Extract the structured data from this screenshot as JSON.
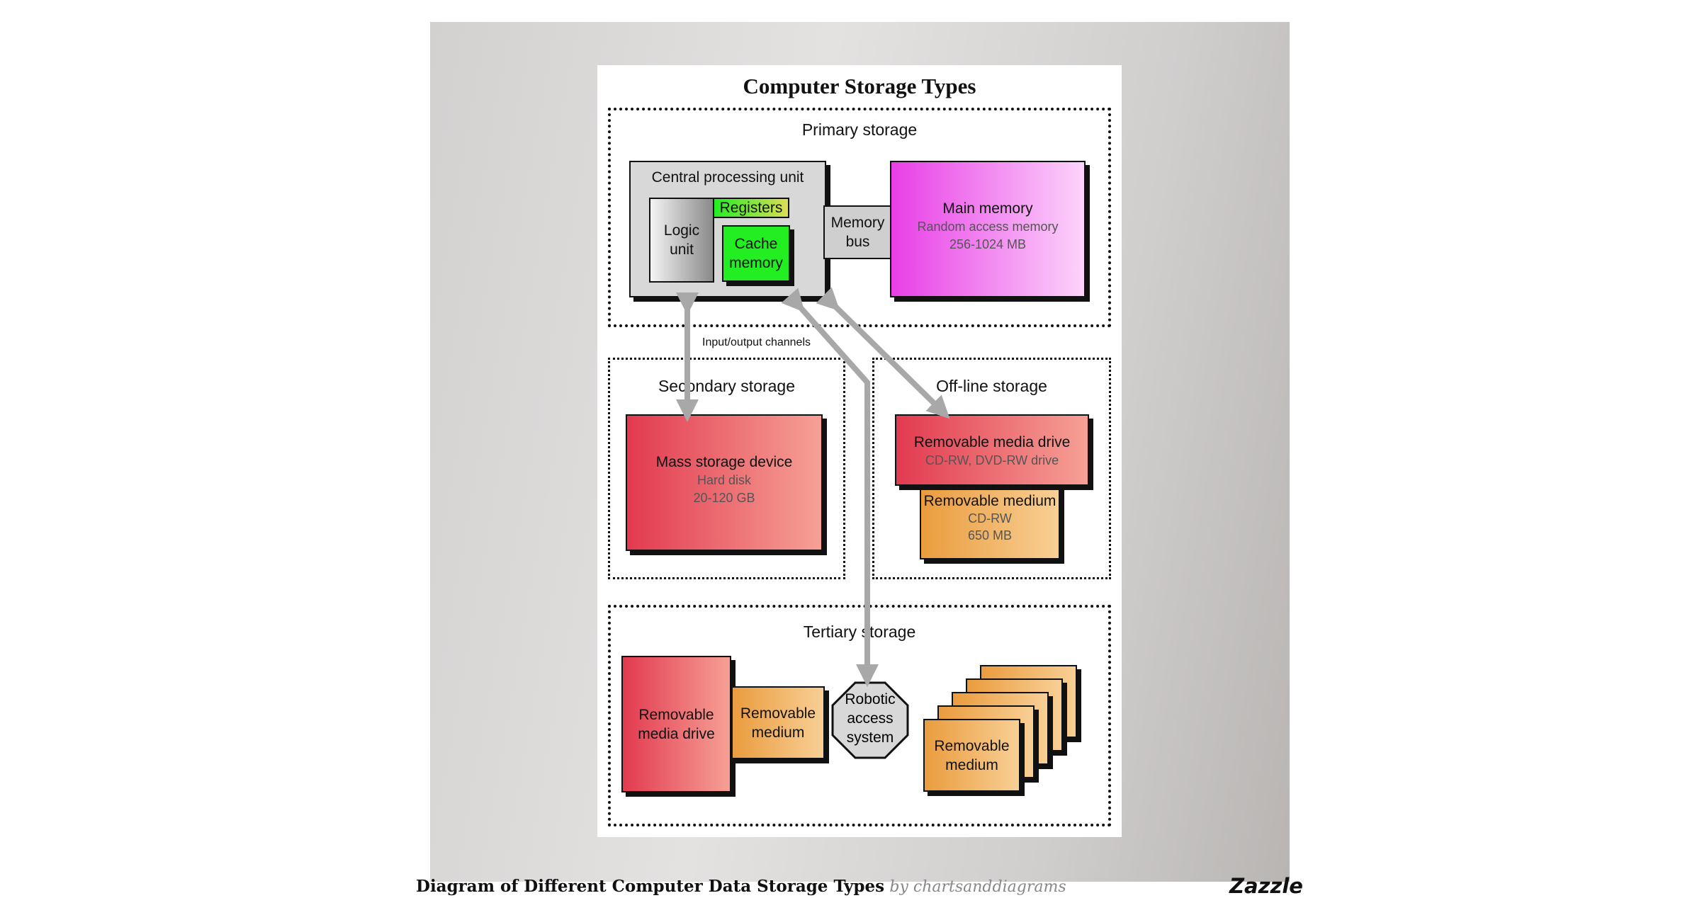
{
  "diagram": {
    "title": "Computer Storage Types",
    "primary": {
      "label": "Primary storage",
      "cpu": {
        "label": "Central processing unit",
        "logic": "Logic unit",
        "registers": "Registers",
        "cache": "Cache memory"
      },
      "bus": "Memory bus",
      "main_memory": {
        "label": "Main memory",
        "type": "Random access memory",
        "size": "256-1024 MB"
      }
    },
    "io_label": "Input/output channels",
    "secondary": {
      "label": "Secondary storage",
      "device": {
        "label": "Mass storage device",
        "type": "Hard disk",
        "size": "20-120 GB"
      }
    },
    "offline": {
      "label": "Off-line storage",
      "drive": {
        "label": "Removable media drive",
        "type": "CD-RW, DVD-RW drive"
      },
      "medium": {
        "label": "Removable medium",
        "type": "CD-RW",
        "size": "650 MB"
      }
    },
    "tertiary": {
      "label": "Tertiary storage",
      "drive": "Removable media drive",
      "medium": "Removable medium",
      "robot": "Robotic access system",
      "stack_medium": "Removable medium"
    }
  },
  "caption": {
    "title": "Diagram of Different Computer Data Storage Types",
    "by": "by chartsanddiagrams"
  },
  "brand": "Zazzle",
  "colors": {
    "magenta": "#e83ee6",
    "green": "#22ee22",
    "yellow": "#ccdd44",
    "red": "#e23a50",
    "orange": "#ea9c3e"
  }
}
